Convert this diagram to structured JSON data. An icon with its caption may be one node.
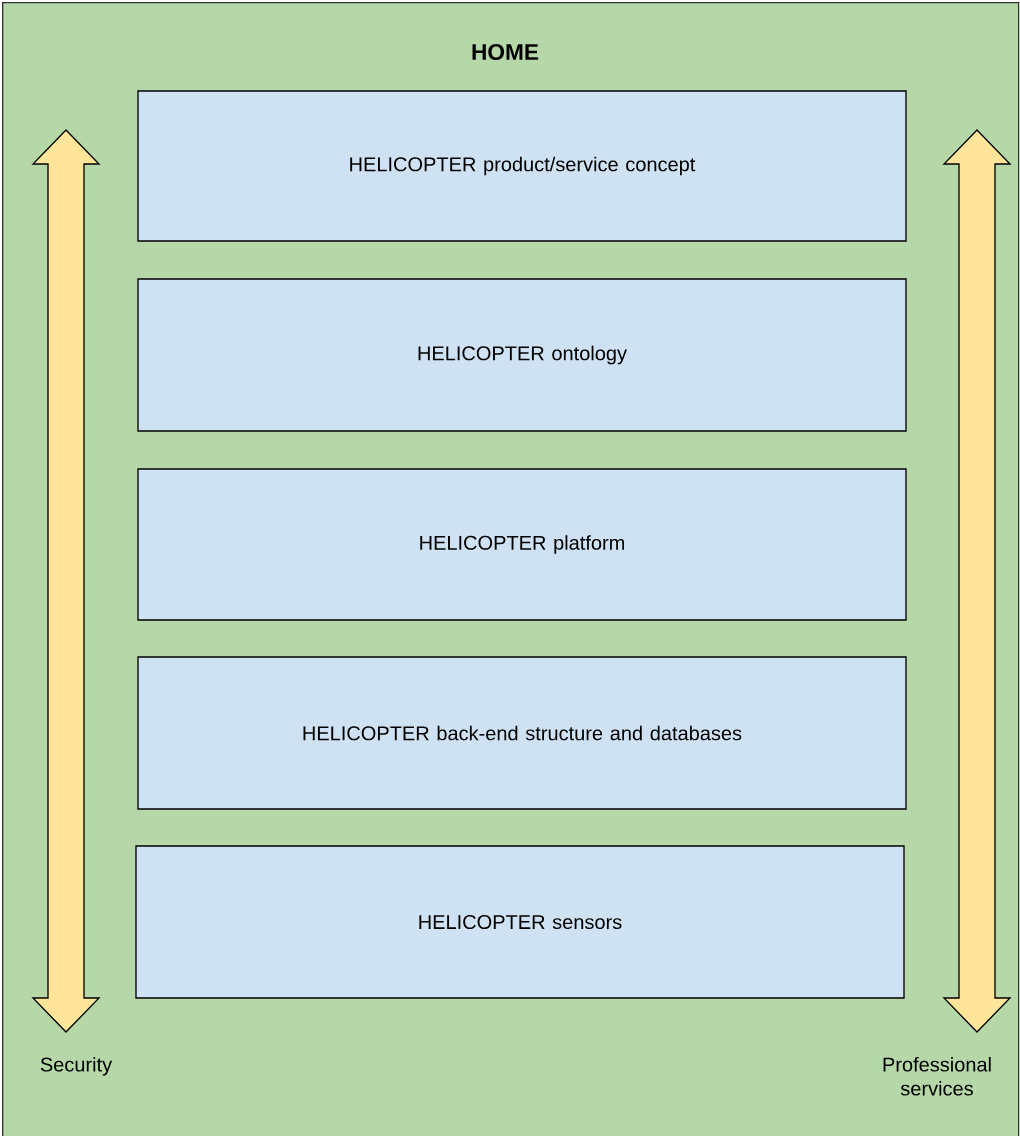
{
  "diagram": {
    "nodes": [
      {
        "text": [
          "HOME"
        ]
      },
      {
        "text": [
          "HELICOPTER product/service concept"
        ],
        "in": 0
      },
      {
        "text": [
          "HELICOPTER ontology"
        ],
        "in": 0
      },
      {
        "text": [
          "HELICOPTER platform"
        ],
        "in": 0
      },
      {
        "text": [
          "HELICOPTER back-end structure and databases"
        ],
        "in": 0
      },
      {
        "text": [
          "HELICOPTER sensors"
        ],
        "in": 0
      },
      {
        "text": [],
        "shape": "arrow",
        "beside": [
          "Security"
        ],
        "in": 0
      },
      {
        "text": [],
        "shape": "arrow",
        "beside": [
          "Professional services"
        ],
        "in": 0
      }
    ]
  }
}
